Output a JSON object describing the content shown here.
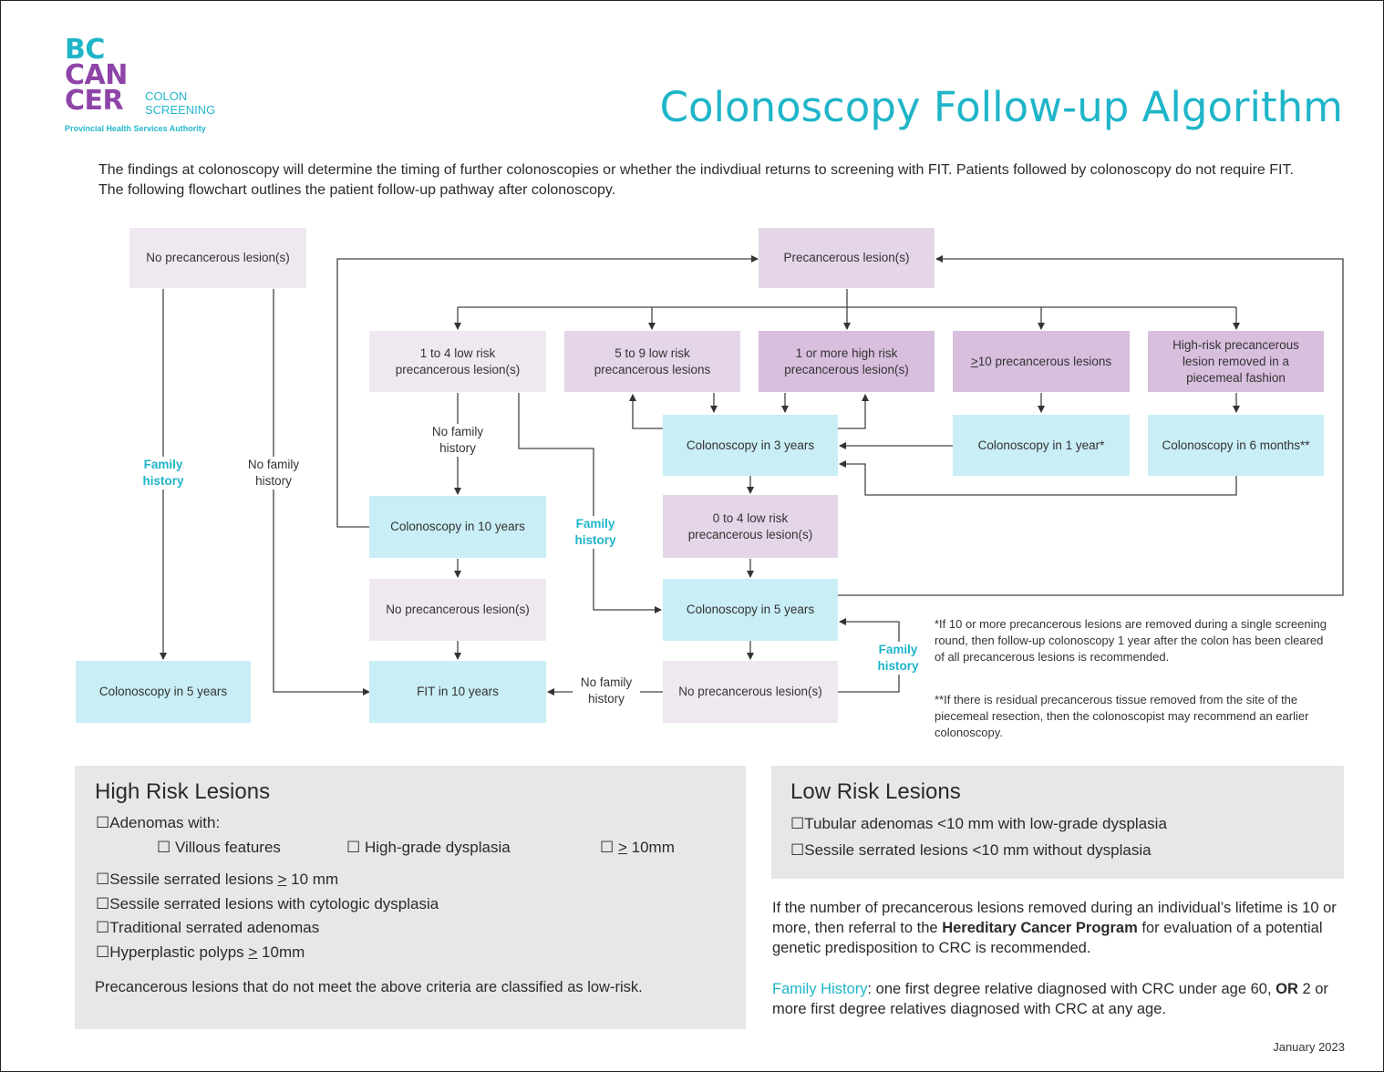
{
  "logo": {
    "line1": "BC",
    "line2": "CAN",
    "line3": "CER",
    "sub1": "COLON",
    "sub2": "SCREENING",
    "org": "Provincial Health Services Authority"
  },
  "title": "Colonoscopy Follow-up Algorithm",
  "intro": "The findings at colonoscopy will determine the timing of further colonoscopies or whether the indivdiual returns to screening with FIT. Patients followed by colonoscopy do not require FIT. The following flowchart outlines the patient follow-up pathway after colonoscopy.",
  "colors": {
    "cyan_text": "#1fb5c9",
    "lavender_light": "#efe8f1",
    "lavender": "#e4d6e8",
    "lavender_dark": "#d8bfde",
    "cyan_box": "#c9eef5",
    "panel": "#e6e7e8"
  },
  "flow": {
    "no_pre_top": "No precancerous lesion(s)",
    "pre": "Precancerous lesion(s)",
    "low14": "1 to 4 low risk precancerous lesion(s)",
    "low59": "5 to 9 low risk precancerous lesions",
    "high1": "1 or more high risk precancerous lesion(s)",
    "ge10_sym": ">",
    "ge10_rest": " 10 precancerous lesions",
    "piecemeal": "High-risk precancerous lesion removed in a piecemeal fashion",
    "c3y": "Colonoscopy in 3 years",
    "c1y": "Colonoscopy in 1 year*",
    "c6m": "Colonoscopy in 6 months**",
    "c10y": "Colonoscopy in 10 years",
    "low04": "0 to 4 low risk precancerous lesion(s)",
    "no_pre_mid": "No precancerous lesion(s)",
    "c5y_mid": "Colonoscopy in 5 years",
    "c5y_left": "Colonoscopy in 5 years",
    "fit10": "FIT in 10 years",
    "no_pre_bot": "No precancerous lesion(s)",
    "lbl_fam_left": "Family history",
    "lbl_nofam_left": "No family history",
    "lbl_nofam_mid": "No family history",
    "lbl_fam_mid": "Family history",
    "lbl_fam_right": "Family history",
    "lbl_nofam_bottom": "No family history"
  },
  "notes": {
    "n1": "*If 10 or more precancerous lesions are removed during a single screening round, then follow-up colonoscopy 1 year after the colon has been cleared of all precancerous lesions is recommended.",
    "n2": "**If there is residual precancerous tissue removed from the site of the piecemeal resection, then the colonoscopist may recommend an earlier colonoscopy."
  },
  "high_risk": {
    "title": "High Risk Lesions",
    "box": "☐",
    "adenomas": "Adenomas with:",
    "villous": "Villous features",
    "hgd": "High-grade dysplasia",
    "ge10_sym": ">",
    "ge10_rest": " 10mm",
    "ssl10_a": "Sessile serrated lesions ",
    "ssl10_sym": ">",
    "ssl10_b": " 10 mm",
    "ssl_dys": "Sessile serrated lesions with cytologic dysplasia",
    "tsa": "Traditional serrated adenomas",
    "hp_a": "Hyperplastic polyps ",
    "hp_sym": ">",
    "hp_b": " 10mm",
    "footer": "Precancerous lesions that do not meet the above criteria are classified as low-risk."
  },
  "low_risk": {
    "title": "Low Risk Lesions",
    "item1": "Tubular adenomas <10 mm with low-grade dysplasia",
    "item2": "Sessile serrated lesions <10 mm without dysplasia"
  },
  "hereditary": {
    "a": "If the number of precancerous lesions removed during an individual’s lifetime is 10 or more, then referral to the ",
    "b": "Hereditary Cancer Program",
    "c": " for evaluation of a potential genetic predisposition to CRC is recommended."
  },
  "family": {
    "a": "Family History",
    "b": ": one first degree relative diagnosed with CRC under age 60, ",
    "c": "OR",
    "d": " 2 or more first degree relatives diagnosed with CRC at any age."
  },
  "date": "January 2023"
}
